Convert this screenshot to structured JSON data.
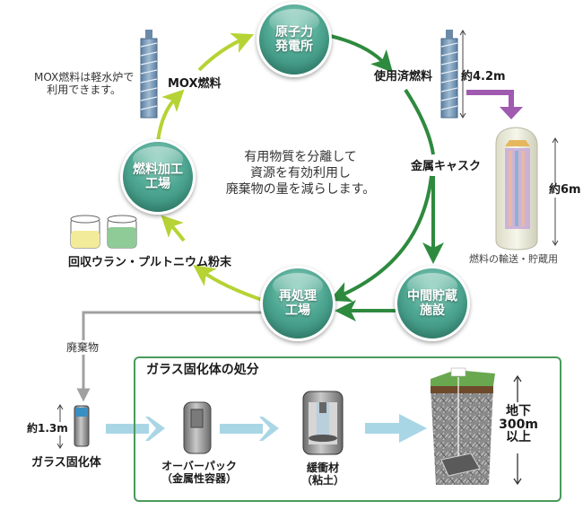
{
  "nodes": {
    "nuclear_plant": "原子力\n発電所",
    "fuel_fab": "燃料加工\n工場",
    "reprocessing": "再処理\n工場",
    "interim_storage": "中間貯蔵\n施設"
  },
  "labels": {
    "mox_note_line1": "MOX燃料は軽水炉で",
    "mox_note_line2": "利用できます。",
    "mox_fuel": "MOX燃料",
    "spent_fuel": "使用済燃料",
    "spent_fuel_length": "約4.2m",
    "metal_cask": "金属キャスク",
    "cask_height": "約6m",
    "cask_caption": "燃料の輸送・貯蔵用",
    "center_line1": "有用物質を分離して",
    "center_line2": "資源を有効利用し",
    "center_line3": "廃棄物の量を減らします。",
    "recovered_powder": "回収ウラン・プルトニウム粉末",
    "waste": "廃棄物",
    "glass_height": "約1.3m",
    "vitrified_waste": "ガラス固化体"
  },
  "disposal": {
    "title": "ガラス固化体の処分",
    "overpack_line1": "オーバーパック",
    "overpack_line2": "（金属性容器）",
    "buffer_line1": "緩衝材",
    "buffer_line2": "（粘土）",
    "depth_line1": "地下",
    "depth_line2": "300m",
    "depth_line3": "以上"
  },
  "colors": {
    "node_green": "#4fa893",
    "dark_green_arrow": "#2e8a3e",
    "light_green_arrow": "#b5d334",
    "purple_arrow": "#a05ab0",
    "gray_line": "#a0a0a0",
    "light_blue_arrow": "#a9d6e5",
    "box_border": "#4a9a5c"
  }
}
